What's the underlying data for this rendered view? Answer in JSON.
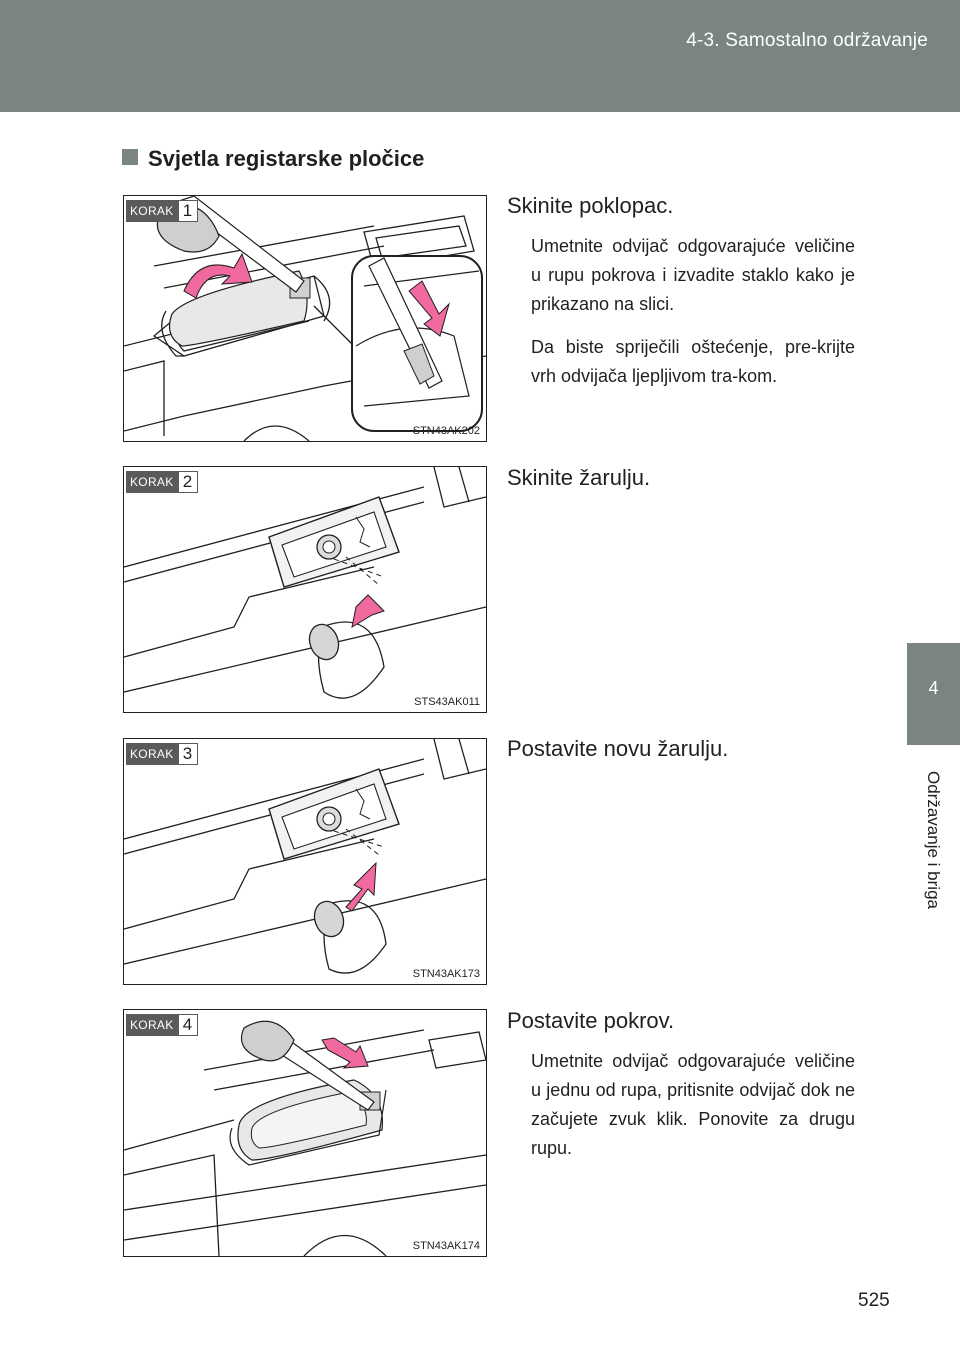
{
  "header": {
    "section_title": "4-3. Samostalno održavanje"
  },
  "side_tab": {
    "chapter_number": "4",
    "chapter_label": "Održavanje i briga"
  },
  "section": {
    "heading": "Svjetla registarske pločice"
  },
  "steps": [
    {
      "badge_label": "KORAK",
      "number": "1",
      "title": "Skinite poklopac.",
      "figure_code": "STN43AK202",
      "paragraphs": [
        "Umetnite odvijač odgovarajuće veličine u rupu pokrova i izvadite staklo kako je prikazano na slici.",
        "Da biste spriječili oštećenje, pre-krijte vrh odvijača ljepljivom tra-kom."
      ]
    },
    {
      "badge_label": "KORAK",
      "number": "2",
      "title": "Skinite žarulju.",
      "figure_code": "STS43AK011",
      "paragraphs": []
    },
    {
      "badge_label": "KORAK",
      "number": "3",
      "title": "Postavite novu žarulju.",
      "figure_code": "STN43AK173",
      "paragraphs": []
    },
    {
      "badge_label": "KORAK",
      "number": "4",
      "title": "Postavite pokrov.",
      "figure_code": "STN43AK174",
      "paragraphs": [
        "Umetnite odvijač odgovarajuće veličine u jednu od rupa, pritisnite odvijač dok ne začujete zvuk klik. Ponovite za drugu rupu."
      ]
    }
  ],
  "page_number": "525",
  "colors": {
    "header": "#7a8582",
    "arrow_pink": "#f06aa0",
    "text": "#231f20"
  }
}
